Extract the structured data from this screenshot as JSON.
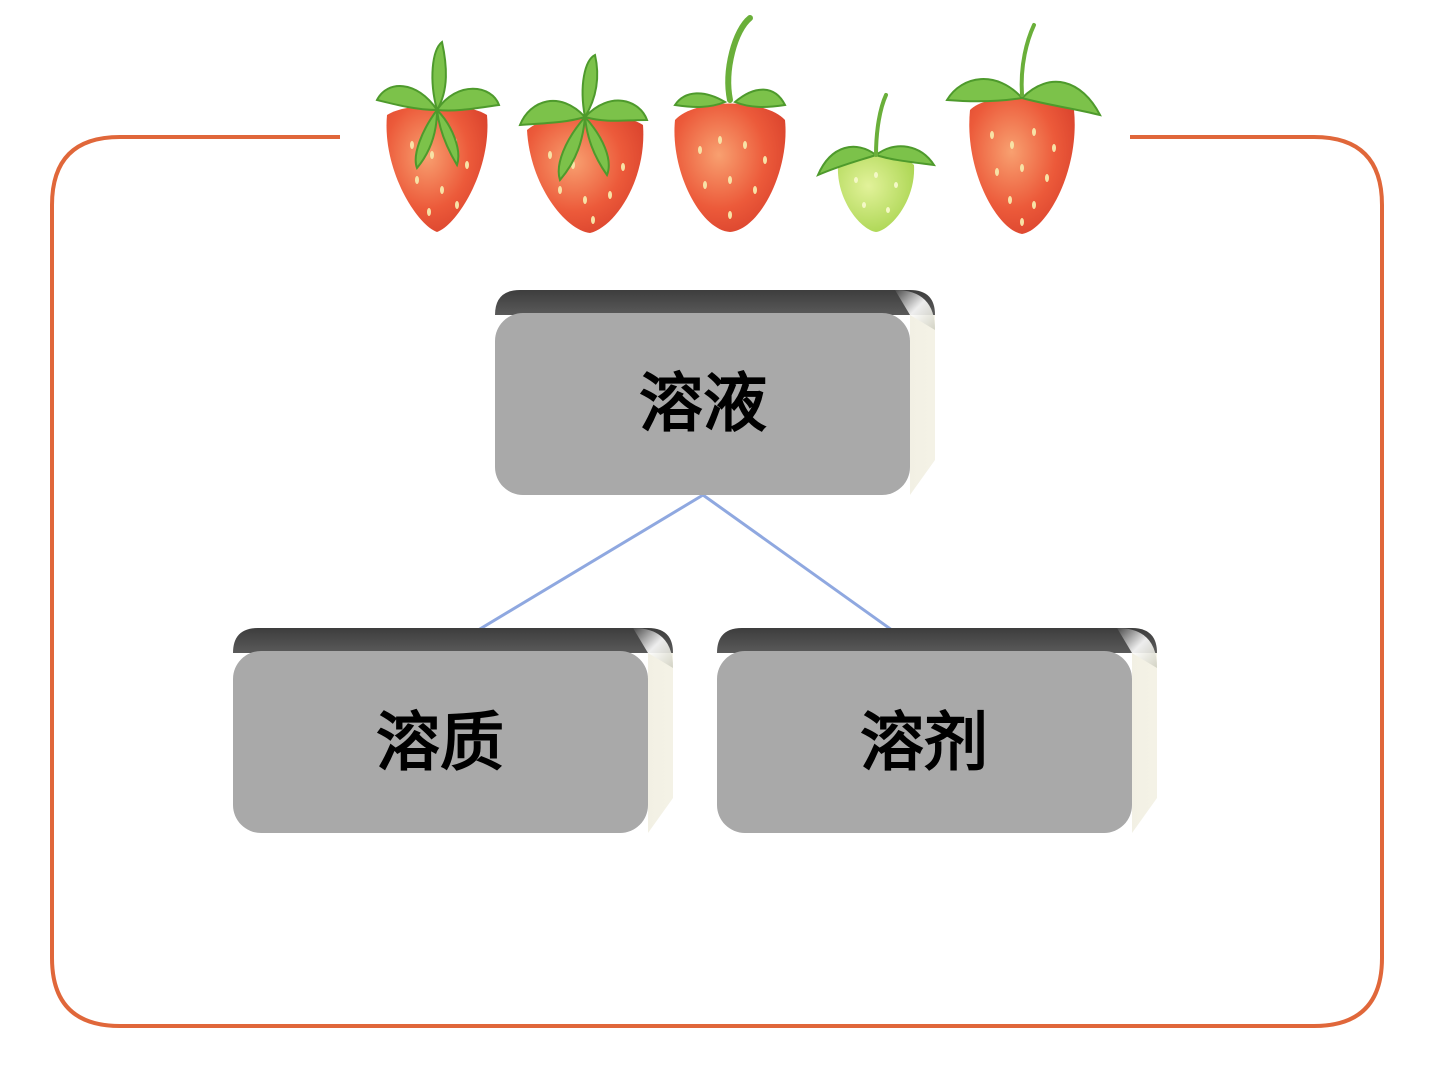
{
  "colors": {
    "frame": "#e0673a",
    "box_face": "#a9a9a9",
    "box_top": "#4a4a4a",
    "box_side": "#f0eee2",
    "connector": "#8fa8e0",
    "label": "#000000"
  },
  "decoration": {
    "icons": [
      "strawberry-icon",
      "strawberry-icon",
      "strawberry-icon",
      "strawberry-green-icon",
      "strawberry-icon"
    ]
  },
  "diagram": {
    "root": {
      "label": "溶液"
    },
    "children": [
      {
        "label": "溶质"
      },
      {
        "label": "溶剂"
      }
    ]
  }
}
